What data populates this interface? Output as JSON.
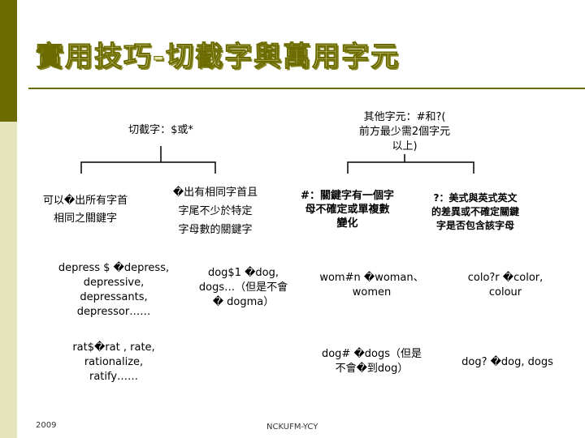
{
  "slide": {
    "title": "實用技巧-切截字與萬用字元"
  },
  "diagram": {
    "left_root": "切截字：$或*",
    "right_root": [
      "其他字元：#和?(",
      "前方最少需2個字元",
      "以上)"
    ],
    "left_children": [
      {
        "lines": [
          "可以�出所有字首",
          "相同之關鍵字"
        ]
      },
      {
        "lines": [
          "�出有相同字首且",
          "字尾不少於特定",
          "字母數的關鍵字"
        ]
      }
    ],
    "right_children": [
      {
        "lines": [
          "#：關鍵字有一個字",
          "母不確定或單複數",
          "變化"
        ]
      },
      {
        "lines": [
          "?：美式與英式英文",
          "的差異或不確定關鍵",
          "字是否包含該字母"
        ]
      }
    ],
    "examples_row1": [
      {
        "lines": [
          "depress $ �depress,",
          "depressive,",
          "depressants,",
          "depressor……"
        ]
      },
      {
        "lines": [
          "dog$1 �dog,",
          "dogs…（但是不會",
          "� dogma）"
        ]
      },
      {
        "lines": [
          "wom#n �woman、",
          "women"
        ]
      },
      {
        "lines": [
          "colo?r �color,",
          "colour"
        ]
      }
    ],
    "examples_row2": [
      {
        "lines": [
          "rat$�rat , rate,",
          "rationalize,",
          "ratify……"
        ]
      },
      {
        "lines": [
          "dog# �dogs（但是",
          "不會�到dog）"
        ]
      },
      {
        "lines": [
          "dog? �dog, dogs"
        ]
      }
    ]
  },
  "footer": {
    "year": "2009",
    "author": "NCKUFM-YCY"
  },
  "colors": {
    "sidebar_dark": "#6b6b00",
    "sidebar_light": "#e5e5bd",
    "title_fill": "#e8e8b0"
  }
}
